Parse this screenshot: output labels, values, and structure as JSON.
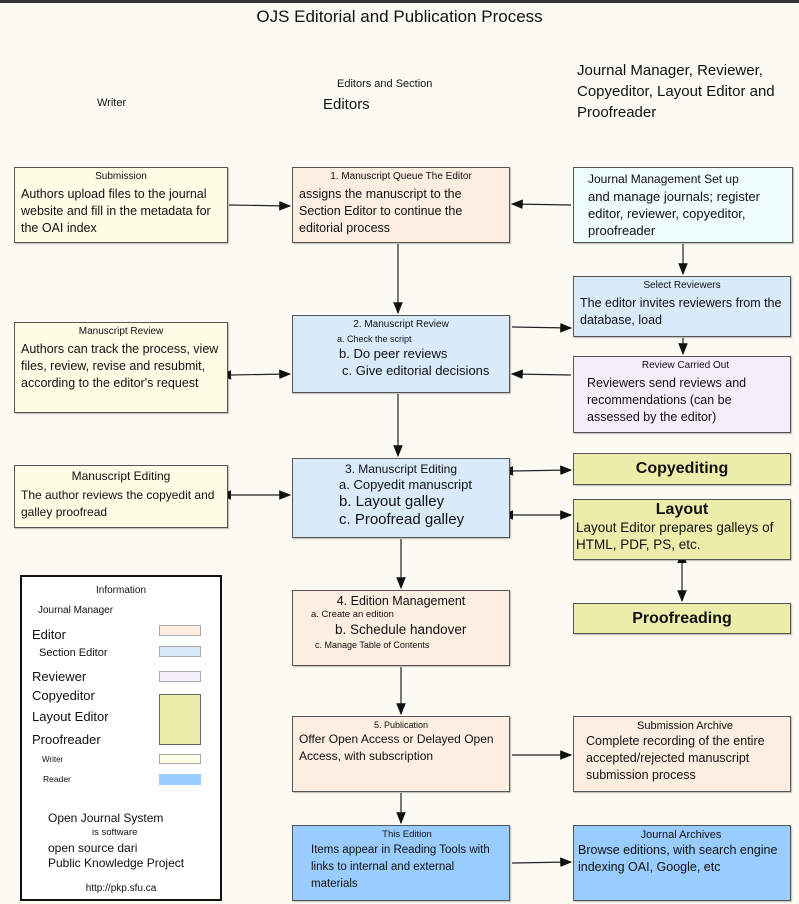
{
  "title": "OJS Editorial and Publication Process",
  "lanes": {
    "writer": "Writer",
    "editors_line1": "Editors and Section",
    "editors_line2": "Editors",
    "managers": "Journal Manager, Reviewer, Copyeditor, Layout Editor and Proofreader"
  },
  "colors": {
    "editor": "#fdeee1",
    "section_editor": "#d9eafb",
    "reviewer": "#f4eefc",
    "production": "#ecedaa",
    "writer": "#fefde6",
    "reader": "#99ccff",
    "journal_manager": "#eefcfd"
  },
  "boxes": {
    "submission": {
      "title": "Submission",
      "body": "Authors upload files to the journal website and fill in the metadata for the OAI index"
    },
    "queue": {
      "title": "1. Manuscript Queue The Editor",
      "body": "assigns the manuscript to the Section Editor to continue the editorial process"
    },
    "journal_mgmt": {
      "title": "Journal Management Set up",
      "body": "and manage journals; register editor, reviewer, copyeditor, proofreader"
    },
    "select_reviewers": {
      "title": "Select Reviewers",
      "body": "The editor invites reviewers from the database, load"
    },
    "author_review": {
      "title": "Manuscript Review",
      "body": "Authors can track the process, view files, review, revise and resubmit, according to the editor's request"
    },
    "ms_review": {
      "title": "2. Manuscript Review",
      "items": [
        "a. Check the script",
        "b. Do peer reviews",
        "c. Give editorial decisions"
      ]
    },
    "review_out": {
      "title": "Review Carried Out",
      "body": "Reviewers send reviews and recommendations (can be assessed by the editor)"
    },
    "author_editing": {
      "title": "Manuscript Editing",
      "body": "The author reviews the copyedit and galley proofread"
    },
    "ms_editing": {
      "title": "3. Manuscript Editing",
      "items": [
        "a. Copyedit manuscript",
        "b. Layout galley",
        "c. Proofread galley"
      ]
    },
    "copyediting": {
      "title": "Copyediting"
    },
    "layout": {
      "title": "Layout",
      "body": "Layout Editor prepares galleys of HTML, PDF, PS, etc."
    },
    "proofreading": {
      "title": "Proofreading"
    },
    "edition": {
      "title": "4. Edition Management",
      "items": [
        "a. Create an edition",
        "b. Schedule handover",
        "c. Manage Table of Contents"
      ]
    },
    "publication": {
      "title": "5. Publication",
      "body": "Offer Open Access or Delayed Open Access, with subscription"
    },
    "archive": {
      "title": "Submission Archive",
      "body": "Complete recording of the entire accepted/rejected manuscript submission process"
    },
    "this_edition": {
      "title": "This Edition",
      "body": "Items appear in Reading Tools with links to internal and external materials"
    },
    "journal_archives": {
      "title": "Journal Archives",
      "body": "Browse editions, with search engine indexing OAI, Google, etc"
    }
  },
  "legend": {
    "title": "Information",
    "journal_manager": "Journal Manager",
    "editor": "Editor",
    "section_editor": "Section Editor",
    "reviewer": "Reviewer",
    "copyeditor": "Copyeditor",
    "layout_editor": "Layout Editor",
    "proofreader": "Proofreader",
    "writer": "Writer",
    "reader": "Reader",
    "footer1": "Open Journal System",
    "footer2": "is software",
    "footer3": "open source dari",
    "footer4": "Public Knowledge Project",
    "url": "http://pkp.sfu.ca"
  }
}
